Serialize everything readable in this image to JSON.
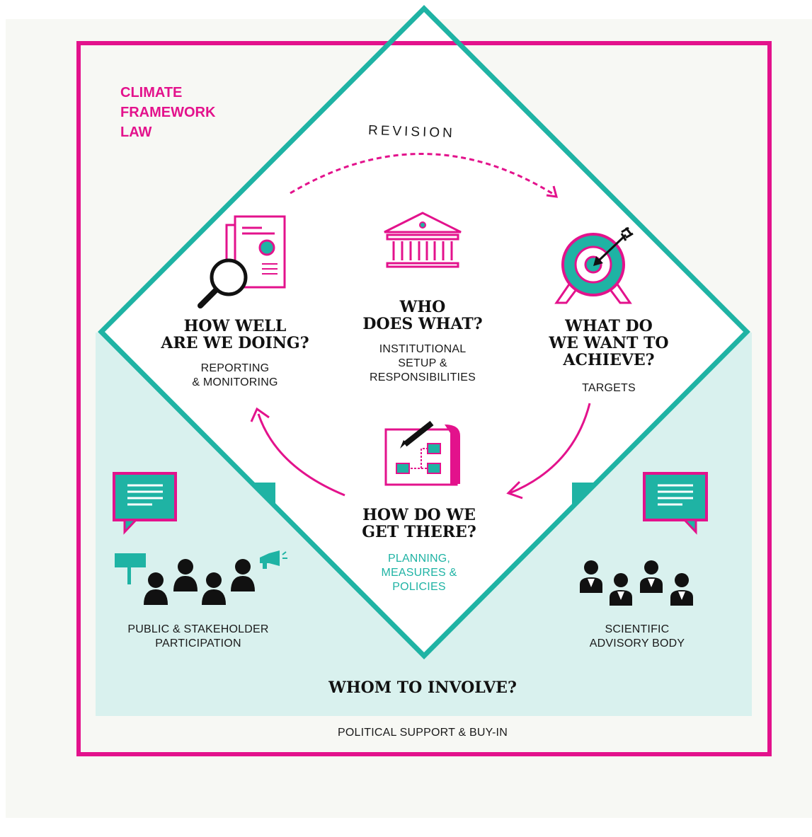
{
  "frame_title": "CLIMATE\nFRAMEWORK\nLAW",
  "revision": "REVISION",
  "who": {
    "heading": "WHO\nDOES WHAT?",
    "sub": "INSTITUTIONAL\nSETUP &\nRESPONSIBILITIES"
  },
  "how_well": {
    "heading": "HOW WELL\nARE WE DOING?",
    "sub": "REPORTING\n& MONITORING"
  },
  "what_do": {
    "heading": "WHAT DO\nWE WANT TO\nACHIEVE?",
    "sub": "TARGETS"
  },
  "how_do": {
    "heading": "HOW DO WE\nGET THERE?",
    "sub": "PLANNING,\nMEASURES &\nPOLICIES"
  },
  "public": "PUBLIC & STAKEHOLDER\nPARTICIPATION",
  "scientific": "SCIENTIFIC\nADVISORY BODY",
  "whom": "WHOM TO INVOLVE?",
  "political": "POLITICAL SUPPORT & BUY-IN",
  "colors": {
    "magenta": "#e3128c",
    "teal": "#1fb3a4",
    "light_teal": "#d9f1ee",
    "background": "#f7f8f4"
  },
  "icons": [
    "report-magnifier-icon",
    "institution-building-icon",
    "target-arrow-icon",
    "plan-pen-icon",
    "speech-bubble-icon",
    "protest-people-icon",
    "scientists-icon"
  ]
}
